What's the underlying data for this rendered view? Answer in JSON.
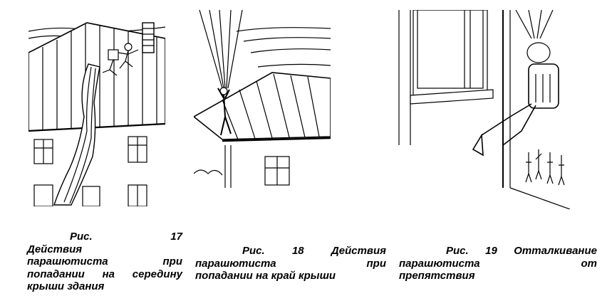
{
  "figures": [
    {
      "id": "17",
      "caption_lines": [
        "Рис.            17",
        "Действия",
        "парашютиста       при",
        "попадании на середину",
        "крыши здания"
      ]
    },
    {
      "id": "18",
      "caption_lines": [
        "Рис.   18   Действия",
        "парашютиста            при",
        "попадании на край крыши"
      ]
    },
    {
      "id": "19",
      "caption_lines": [
        "Рис. 19 Отталкивание",
        "парашютиста          от",
        "препятствия"
      ]
    }
  ]
}
